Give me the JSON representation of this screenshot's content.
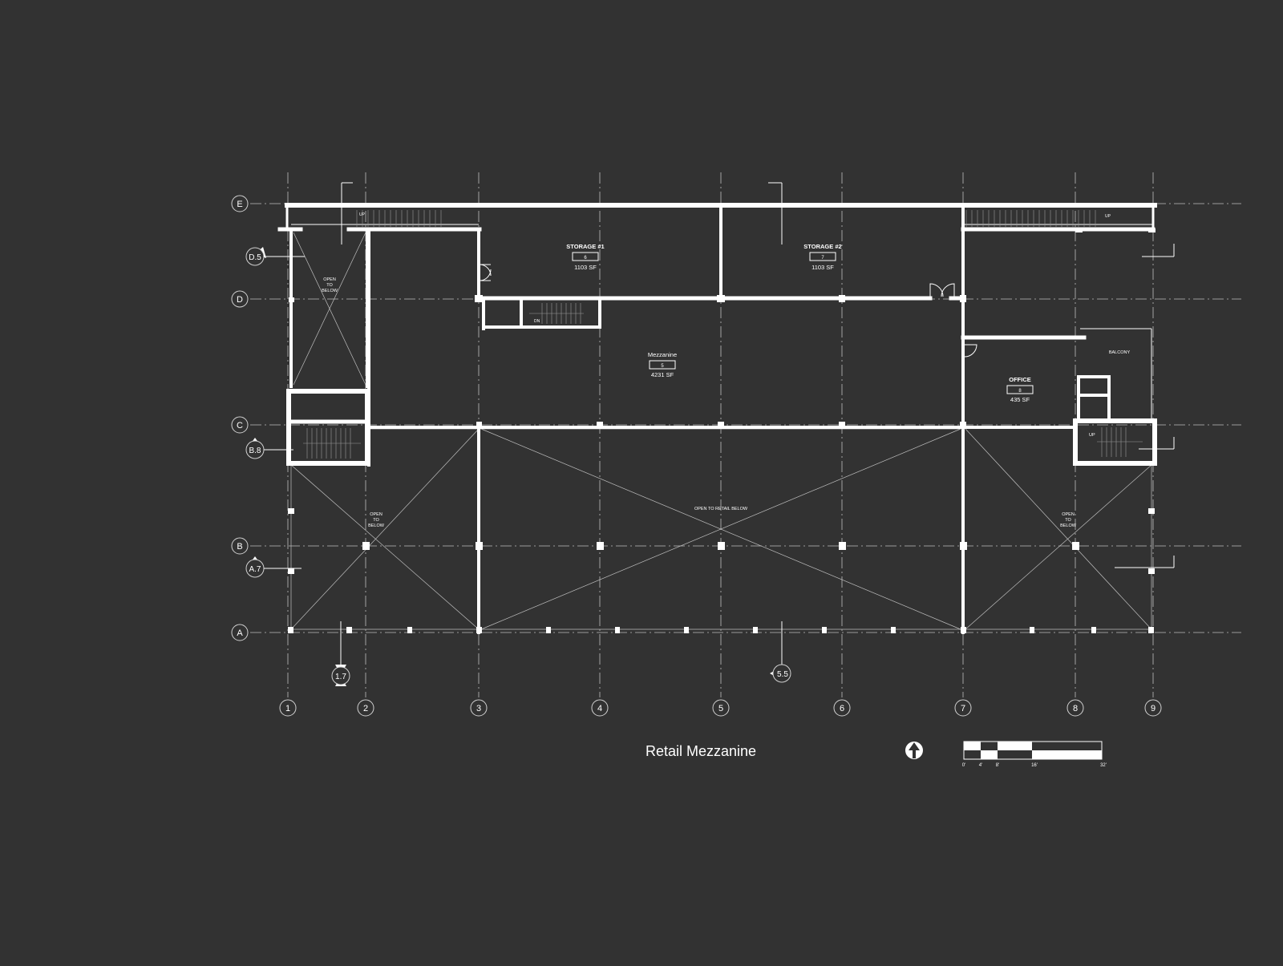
{
  "title": "Retail Mezzanine",
  "grid_columns": [
    "1",
    "2",
    "3",
    "4",
    "5",
    "6",
    "7",
    "8",
    "9"
  ],
  "grid_rows": [
    "E",
    "D",
    "C",
    "B",
    "A"
  ],
  "section_marks": {
    "d5": "D.5",
    "b8": "B.8",
    "a7": "A.7",
    "c17": "1.7",
    "c55": "5.5"
  },
  "rooms": {
    "storage1": {
      "name": "STORAGE #1",
      "number": "6",
      "area": "1103 SF"
    },
    "storage2": {
      "name": "STORAGE #2",
      "number": "7",
      "area": "1103 SF"
    },
    "mezzanine": {
      "name": "Mezzanine",
      "number": "5",
      "area": "4231 SF"
    },
    "office": {
      "name": "OFFICE",
      "number": "8",
      "area": "435 SF"
    },
    "balcony": {
      "name": "BALCONY"
    }
  },
  "notes": {
    "open_below_a": [
      "OPEN",
      "TO",
      "BELOW"
    ],
    "open_below_b": [
      "OPEN",
      "TO",
      "BELOW"
    ],
    "open_below_c": [
      "OPEN",
      "TO",
      "BELOW"
    ],
    "open_retail": "OPEN TO RETAIL BELOW",
    "up_left": "UP",
    "up_right": "UP",
    "up_office": "UP",
    "dn": "DN"
  },
  "scale_bar": {
    "labels": [
      "0'",
      "4'",
      "8'",
      "16'",
      "32'"
    ]
  },
  "colors": {
    "background": "#323232",
    "linework": "#ffffff",
    "grid": "#bdbdbd"
  }
}
